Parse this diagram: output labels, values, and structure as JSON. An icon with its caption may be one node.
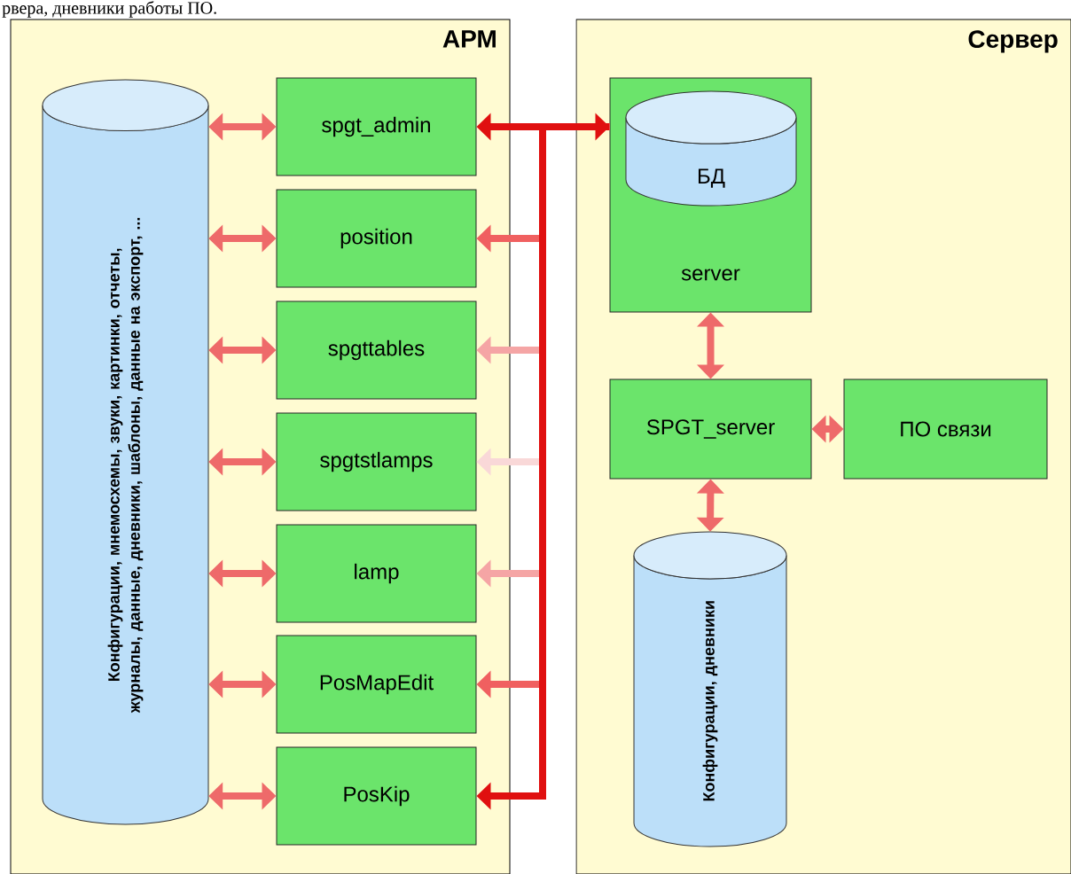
{
  "diagram": {
    "nodes": [
      {
        "text": [
          "АРМ"
        ]
      },
      {
        "text": [
          "Сервер"
        ]
      },
      {
        "text": [
          "Конфигурации, мнемосхемы, звуки, картинки, отчеты, журналы, данные, дневники, шаблоны, данные на экспорт, ..."
        ],
        "in": 0
      },
      {
        "text": [
          "spgt_admin"
        ],
        "in": 0
      },
      {
        "text": [
          "position"
        ],
        "in": 0
      },
      {
        "text": [
          "spgttables"
        ],
        "in": 0
      },
      {
        "text": [
          "spgtstlamps"
        ],
        "in": 0
      },
      {
        "text": [
          "lamp"
        ],
        "in": 0
      },
      {
        "text": [
          "PosMapEdit"
        ],
        "in": 0
      },
      {
        "text": [
          "PosKip"
        ],
        "in": 0
      },
      {
        "text": [
          "server"
        ],
        "in": 1
      },
      {
        "text": [
          "БД"
        ],
        "in": 10
      },
      {
        "text": [
          "SPGT_server"
        ],
        "in": 1
      },
      {
        "text": [
          "ПО связи"
        ],
        "in": 1
      },
      {
        "text": [
          "Конфигурации, дневники"
        ],
        "in": 1
      }
    ],
    "edges": [
      {
        "from": 2,
        "to": 3,
        "arrow": "both"
      },
      {
        "from": 2,
        "to": 4,
        "arrow": "both"
      },
      {
        "from": 2,
        "to": 5,
        "arrow": "both"
      },
      {
        "from": 2,
        "to": 6,
        "arrow": "both"
      },
      {
        "from": 2,
        "to": 7,
        "arrow": "both"
      },
      {
        "from": 2,
        "to": 8,
        "arrow": "both"
      },
      {
        "from": 2,
        "to": 9,
        "arrow": "both"
      },
      {
        "from": 10,
        "to": 3,
        "arrow": "both",
        "color": "#e01010"
      },
      {
        "from": 10,
        "to": 4,
        "arrow": "to",
        "color": "#f06060"
      },
      {
        "from": 10,
        "to": 5,
        "arrow": "to",
        "color": "#f5a5a5"
      },
      {
        "from": 10,
        "to": 6,
        "arrow": "to",
        "color": "#f9d8d8"
      },
      {
        "from": 10,
        "to": 7,
        "arrow": "to",
        "color": "#f5a5a5"
      },
      {
        "from": 10,
        "to": 8,
        "arrow": "to",
        "color": "#f06060"
      },
      {
        "from": 10,
        "to": 9,
        "arrow": "to",
        "color": "#e01010"
      },
      {
        "from": 10,
        "to": 12,
        "arrow": "both"
      },
      {
        "from": 12,
        "to": 13,
        "arrow": "both"
      },
      {
        "from": 12,
        "to": 14,
        "arrow": "both"
      }
    ],
    "labels": [
      "рвера, дневники работы ПО."
    ]
  }
}
